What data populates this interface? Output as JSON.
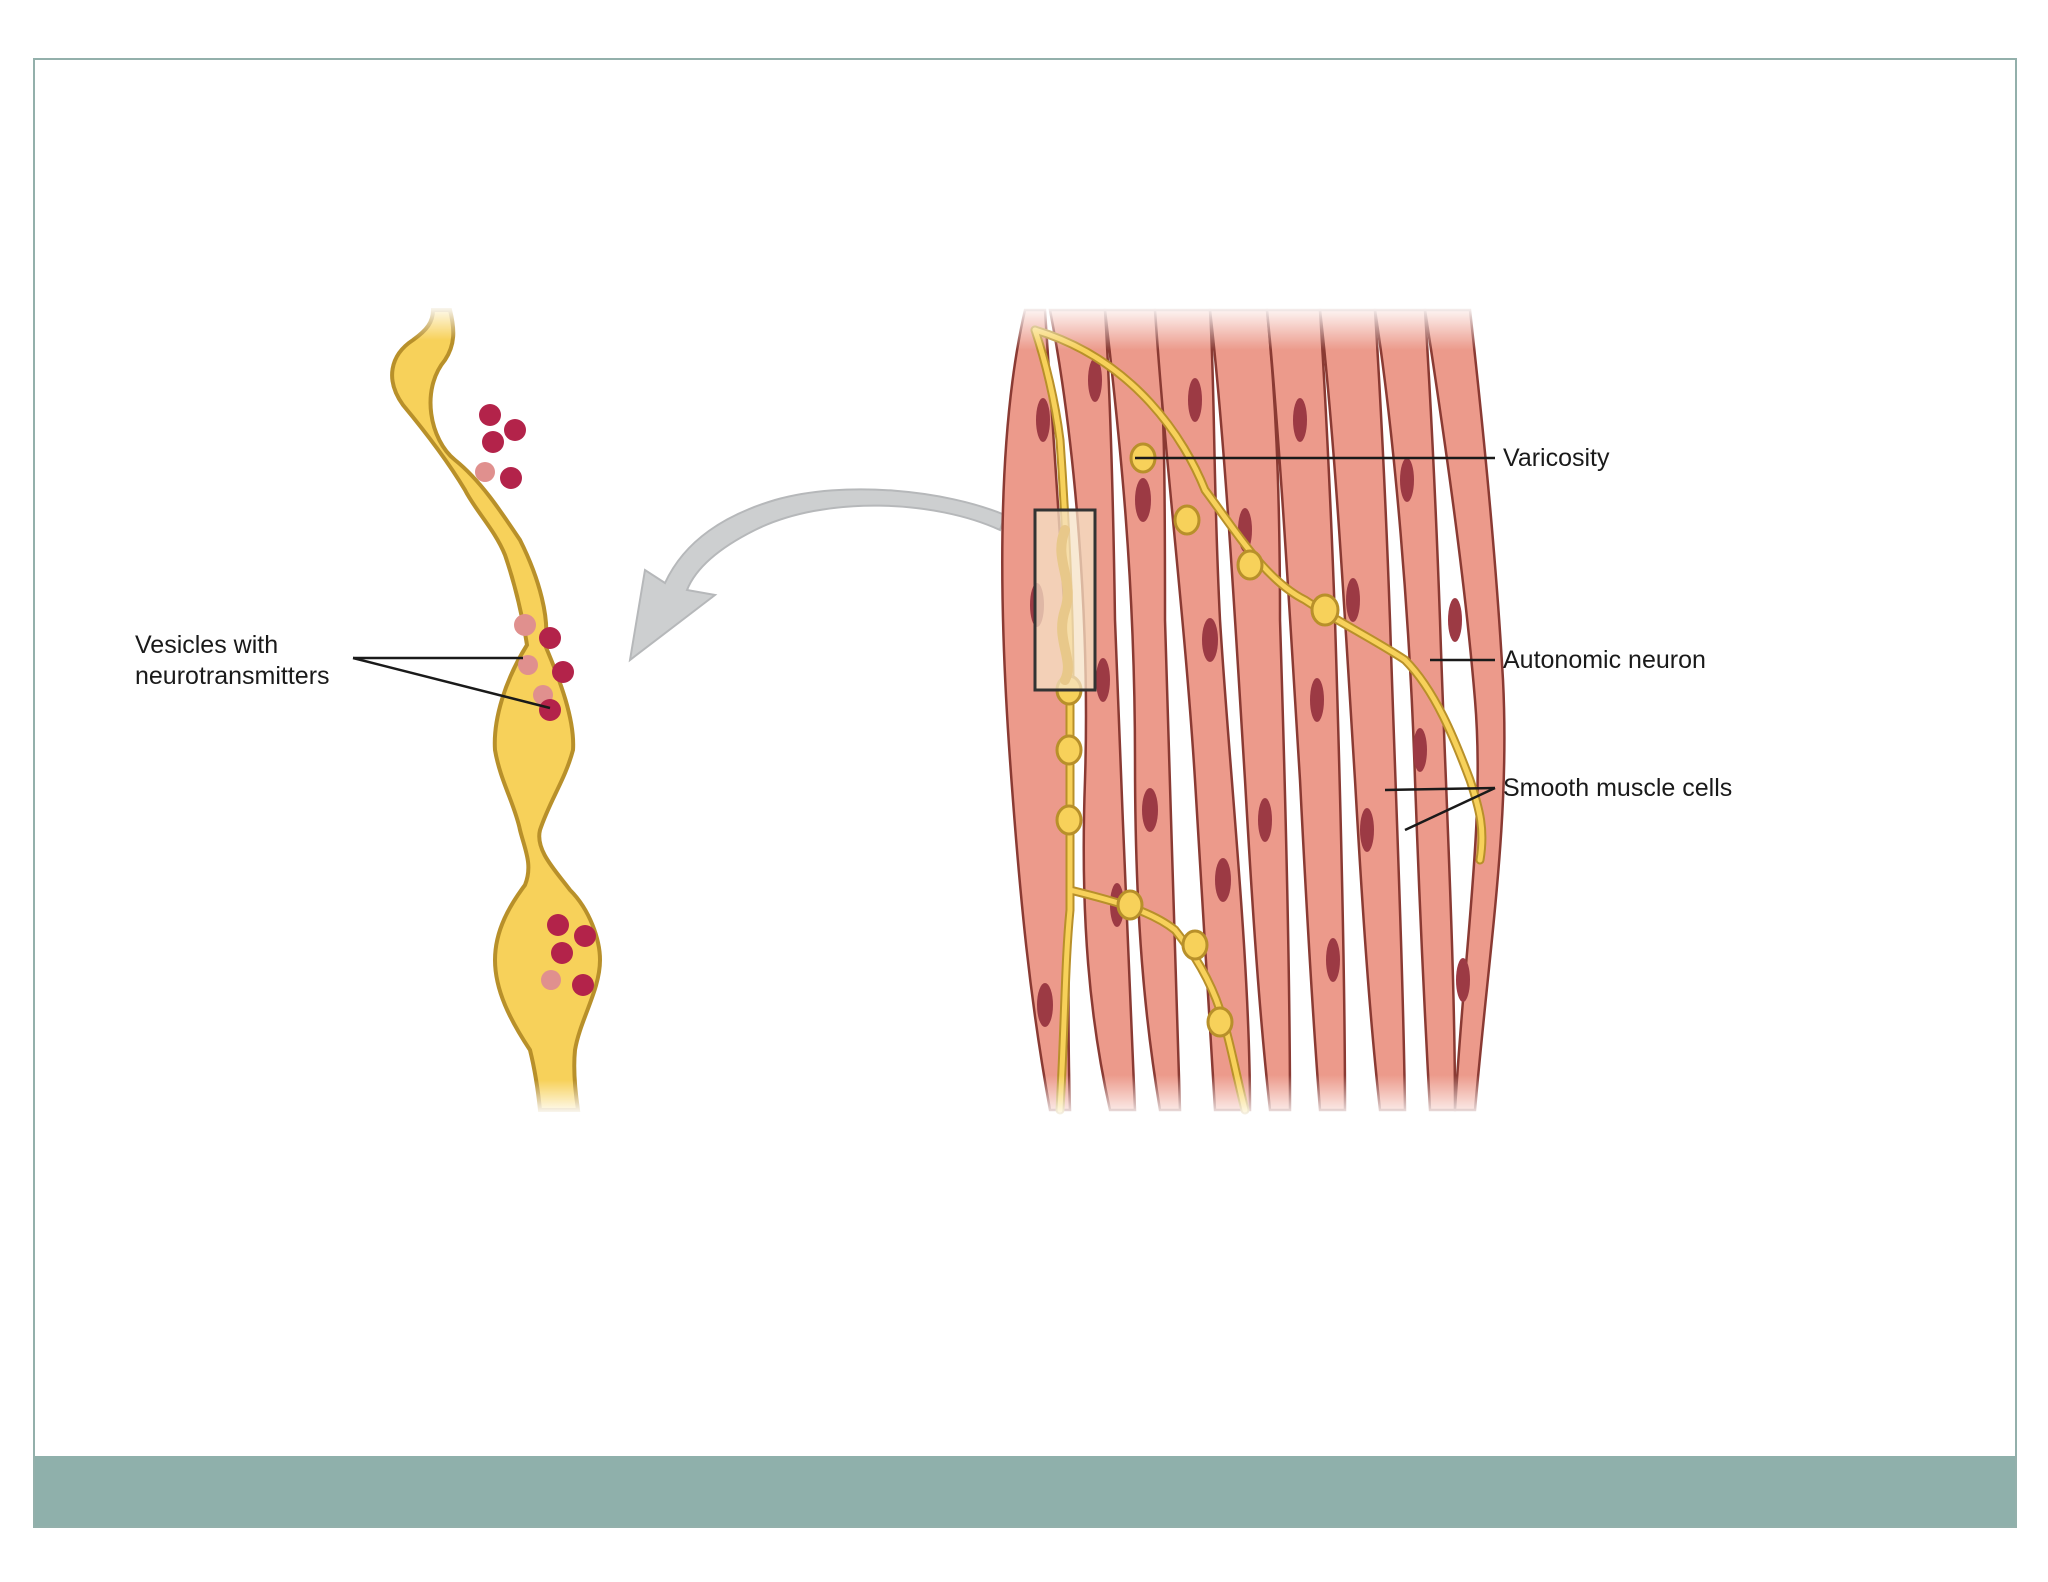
{
  "labels": {
    "vesicles_line1": "Vesicles with",
    "vesicles_line2": "neurotransmitters",
    "varicosity": "Varicosity",
    "autonomic_neuron": "Autonomic neuron",
    "smooth_muscle_cells": "Smooth muscle cells"
  },
  "colors": {
    "slide_border": "#93b0ab",
    "footer_band": "#8fb0ab",
    "neuron_fill": "#f7d15a",
    "neuron_outline": "#b8902a",
    "vesicle": "#b3234a",
    "muscle_fill": "#ec9a8b",
    "muscle_outline": "#8a3a33",
    "nucleus": "#9c3a44",
    "arrow": "#cdcfd0"
  },
  "icons": {
    "callout_arrow": "curved-arrow-left"
  }
}
